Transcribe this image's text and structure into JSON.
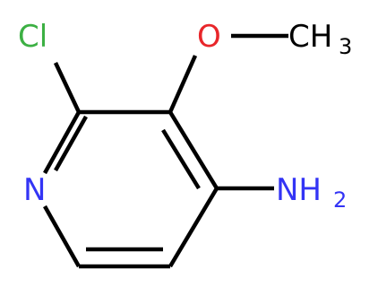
{
  "molecule": {
    "atoms": {
      "cl": "Cl",
      "o": "O",
      "ch3_main": "CH",
      "ch3_sub": "3",
      "n_ring": "N",
      "nh2_main": "NH",
      "nh2_sub": "2"
    },
    "colors": {
      "bond": "#000000",
      "cl": "#3cb043",
      "o": "#e8262a",
      "n": "#3334f5",
      "c": "#000000"
    }
  }
}
